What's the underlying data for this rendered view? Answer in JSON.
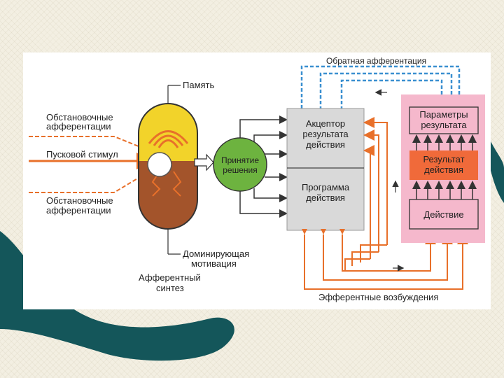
{
  "diagram": {
    "labels": {
      "feedback": "Обратная афферентация",
      "memory": "Память",
      "situational_top_1": "Обстановочные",
      "situational_top_2": "афферентации",
      "trigger": "Пусковой стимул",
      "situational_bottom_1": "Обстановочные",
      "situational_bottom_2": "афферентации",
      "motivation_1": "Доминирующая",
      "motivation_2": "мотивация",
      "synthesis_1": "Афферентный",
      "synthesis_2": "синтез",
      "decision_1": "Принятие",
      "decision_2": "решения",
      "acceptor_1": "Акцептор",
      "acceptor_2": "результата",
      "acceptor_3": "действия",
      "program_1": "Программа",
      "program_2": "действия",
      "params_1": "Параметры",
      "params_2": "результата",
      "result_1": "Результат",
      "result_2": "действия",
      "action": "Действие",
      "efferent": "Эфферентные возбуждения"
    },
    "colors": {
      "orange": "#e8702a",
      "blue": "#3a8fd0",
      "green": "#6db33f",
      "yellow": "#f2d32a",
      "brown": "#a3542b",
      "grey_box": "#d9d9d9",
      "pink": "#f5b8cc",
      "red_box": "#f06a3a",
      "teal": "#14565a"
    }
  }
}
